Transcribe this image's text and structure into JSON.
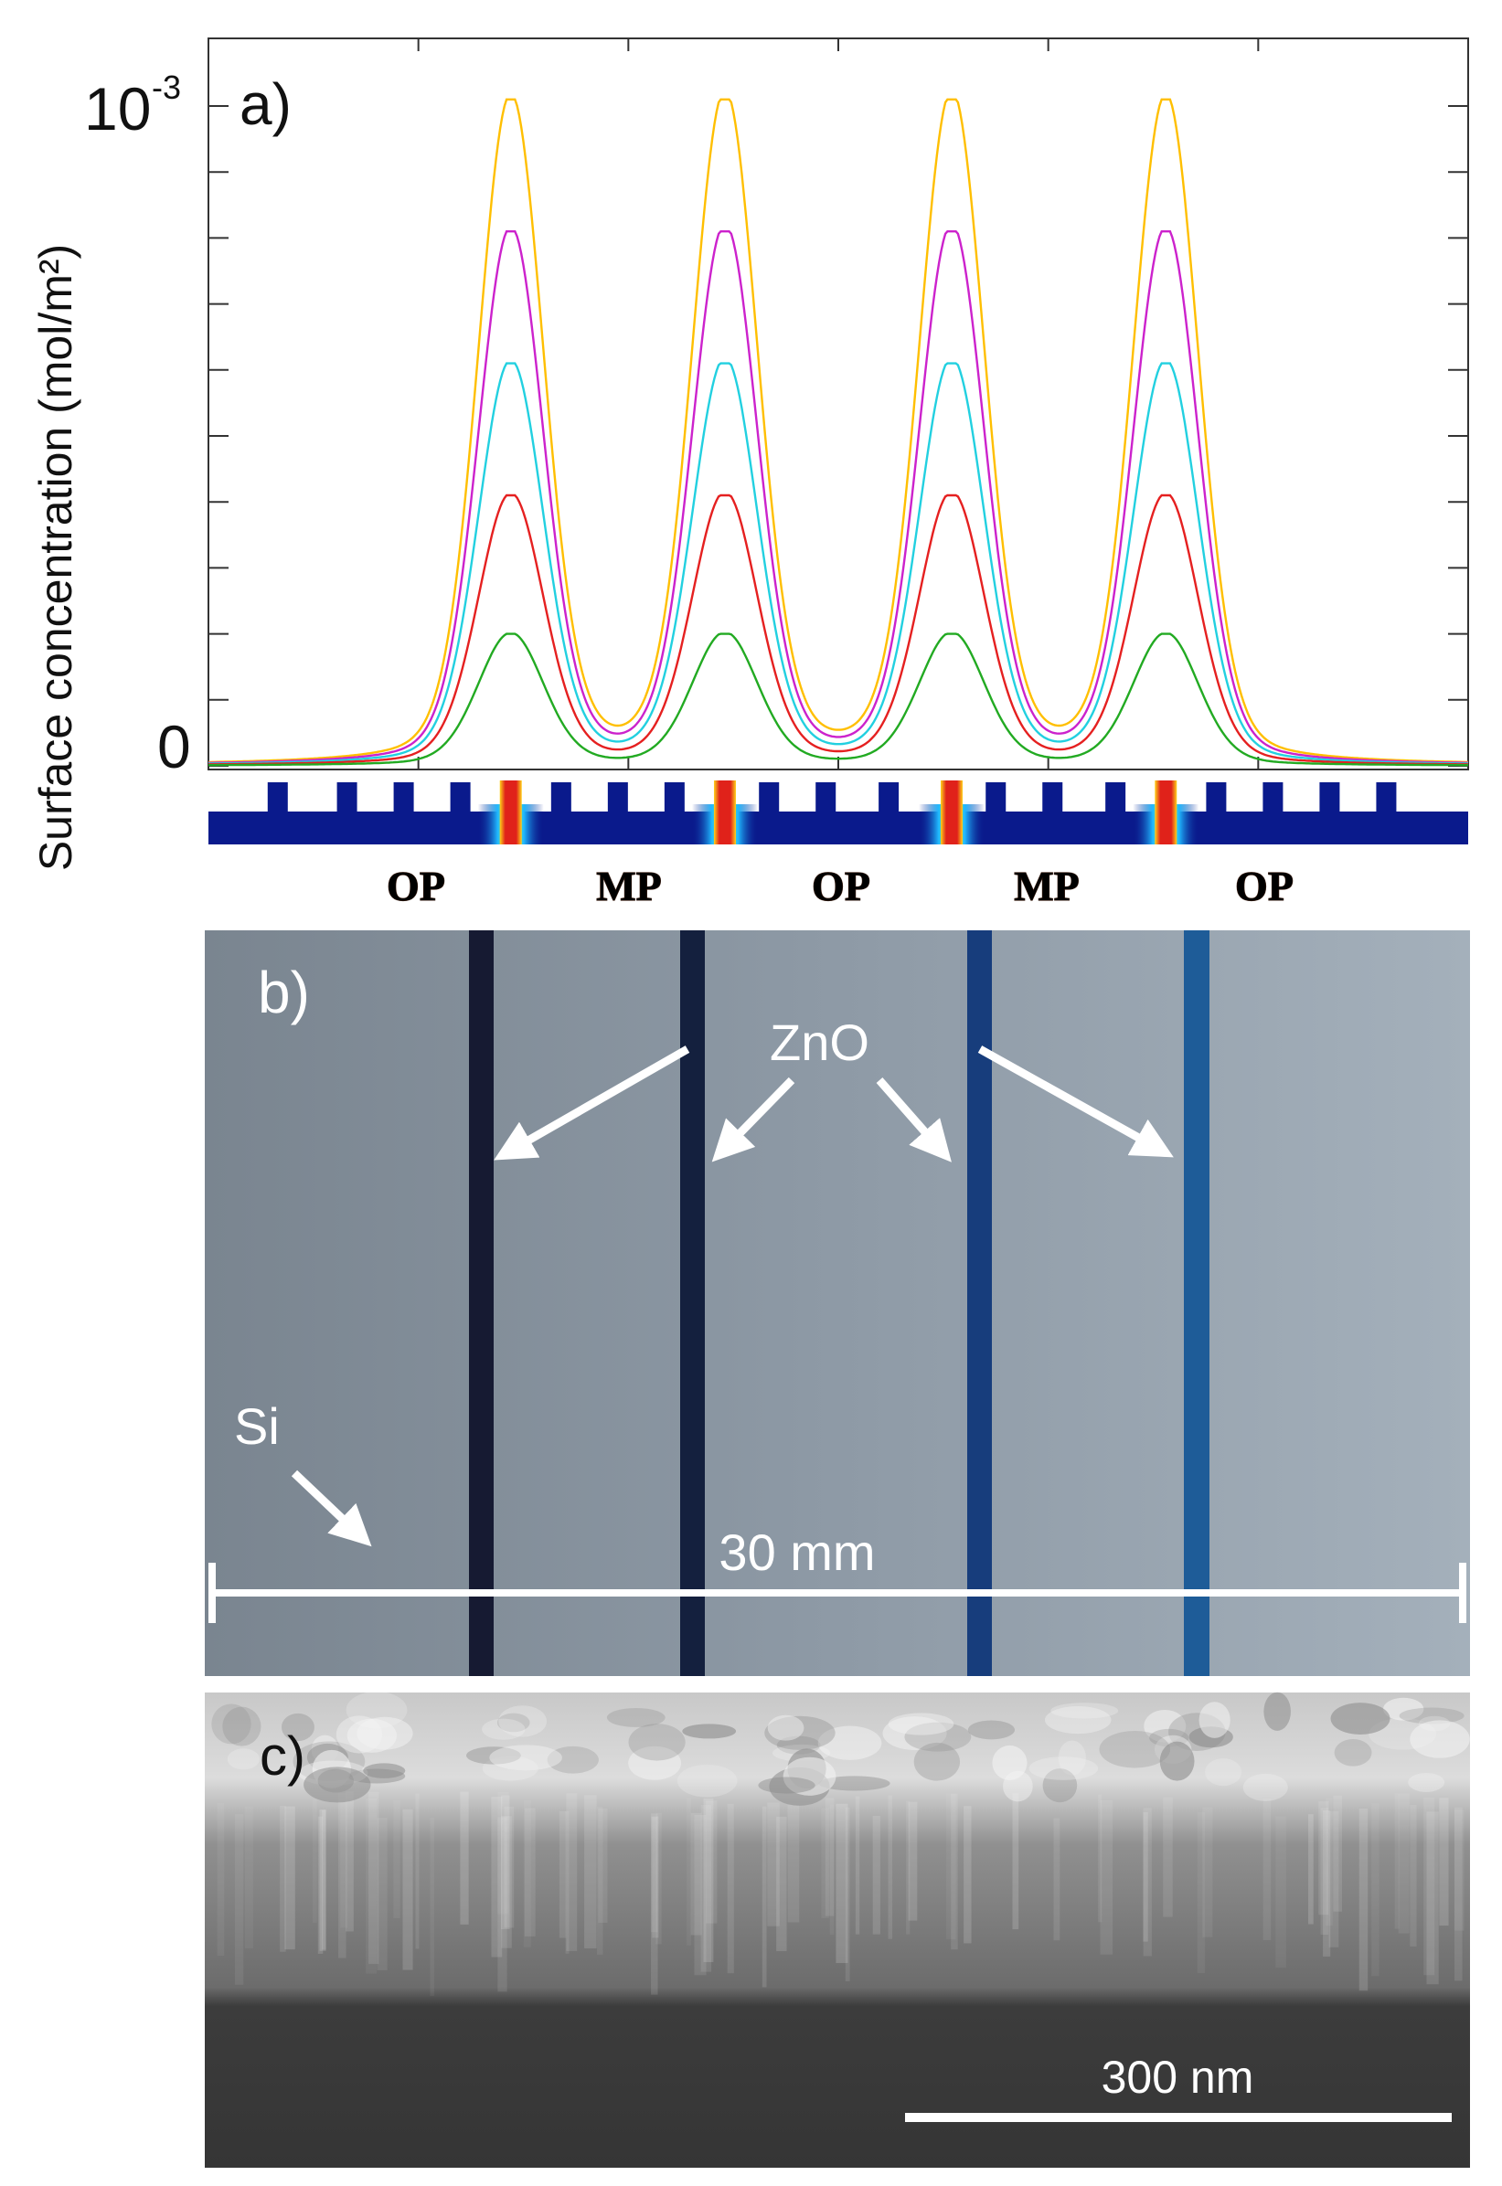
{
  "panel_a": {
    "label": "a)",
    "region_labels": [
      {
        "text": "OP",
        "color": "#d2361e"
      },
      {
        "text": "MP",
        "color": "#1c8aa6"
      },
      {
        "text": "OP",
        "color": "#d2361e"
      },
      {
        "text": "MP",
        "color": "#1c8aa6"
      },
      {
        "text": "OP",
        "color": "#d2361e"
      }
    ],
    "strip_colors": {
      "base": "#0a1a8c",
      "hot": "#e0221a"
    }
  },
  "chart_data": {
    "type": "line",
    "ylabel": "Surface concentration (mol/m²)",
    "ytick_labels": {
      "top": "10",
      "top_exp": "-3",
      "bottom": "0"
    },
    "ylim": [
      0,
      0.001
    ],
    "y_minor_divisions": 10,
    "x_gridline_count": 5,
    "peaks": [
      {
        "center": 0.24
      },
      {
        "center": 0.41
      },
      {
        "center": 0.59
      },
      {
        "center": 0.76
      }
    ],
    "series": [
      {
        "color": "#ffbf00",
        "peak_value": 0.00101
      },
      {
        "color": "#cc22cc",
        "peak_value": 0.00081
      },
      {
        "color": "#22d0e0",
        "peak_value": 0.00061
      },
      {
        "color": "#e52020",
        "peak_value": 0.00041
      },
      {
        "color": "#22aa22",
        "peak_value": 0.0002
      }
    ],
    "legend": "none",
    "grid": false
  },
  "panel_b": {
    "label": "b)",
    "zno_label": "ZnO",
    "si_label": "Si",
    "scale_label": "30 mm"
  },
  "panel_c": {
    "label": "c)",
    "scale_label": "300 nm"
  }
}
